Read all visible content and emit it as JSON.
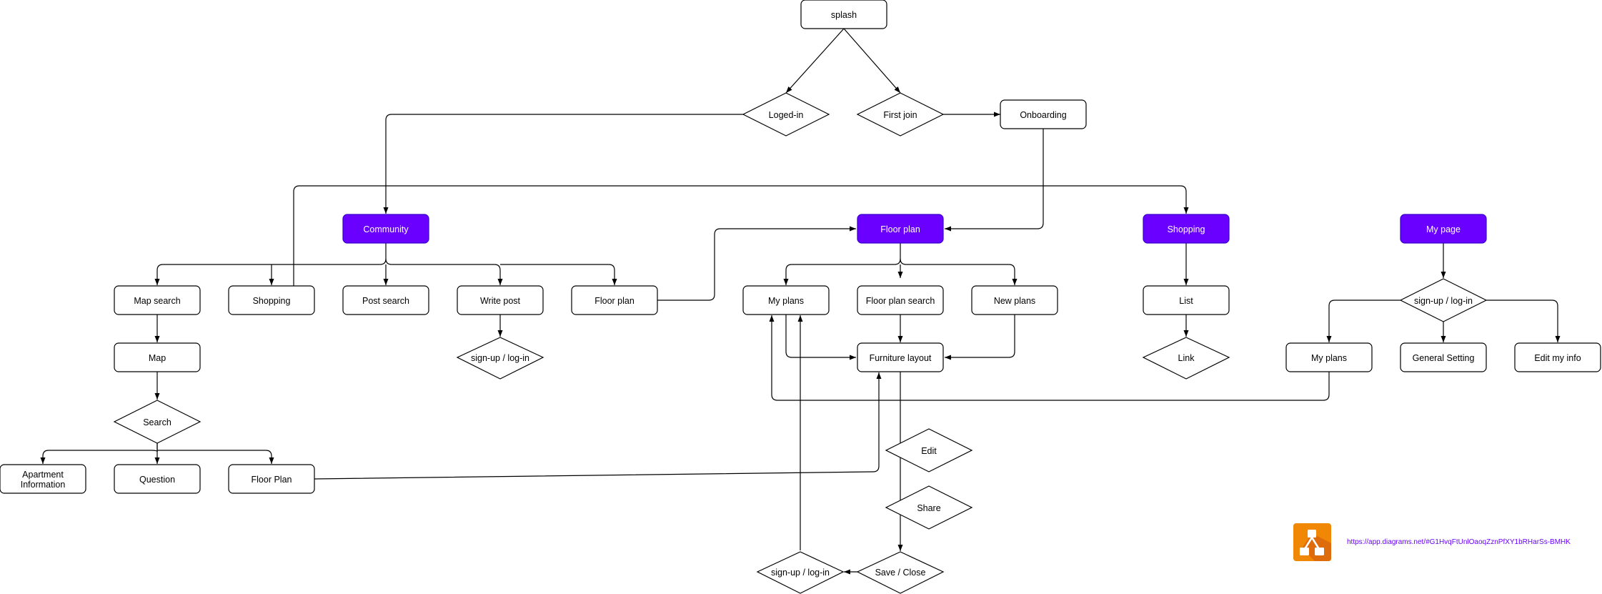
{
  "nodes": {
    "splash": "splash",
    "logged_in": "Loged-in",
    "first_join": "First join",
    "onboarding": "Onboarding",
    "community": "Community",
    "floor_plan": "Floor plan",
    "shopping": "Shopping",
    "my_page": "My page",
    "map_search": "Map search",
    "community_shopping": "Shopping",
    "post_search": "Post search",
    "write_post": "Write post",
    "community_floor_plan": "Floor plan",
    "map": "Map",
    "search": "Search",
    "apartment_info_line1": "Apartment",
    "apartment_info_line2": "Information",
    "question": "Question",
    "search_floor_plan": "Floor Plan",
    "write_post_signup": "sign-up / log-in",
    "my_plans": "My plans",
    "floor_plan_search": "Floor plan search",
    "new_plans": "New plans",
    "furniture_layout": "Furniture layout",
    "edit": "Edit",
    "share": "Share",
    "save_close": "Save / Close",
    "save_signup": "sign-up / log-in",
    "list": "List",
    "link": "Link",
    "mypage_signup": "sign-up / log-in",
    "mypage_my_plans": "My plans",
    "general_setting": "General Setting",
    "edit_my_info": "Edit my info"
  },
  "footer": {
    "logo_icon": "drawio-logo-icon",
    "url": "https://app.diagrams.net/#G1HvqFtUnlOaoqZznPfXY1bRHarSs-BMHK"
  },
  "colors": {
    "highlight": "#6a00ff",
    "stroke": "#000000",
    "logo": "#f08705"
  }
}
